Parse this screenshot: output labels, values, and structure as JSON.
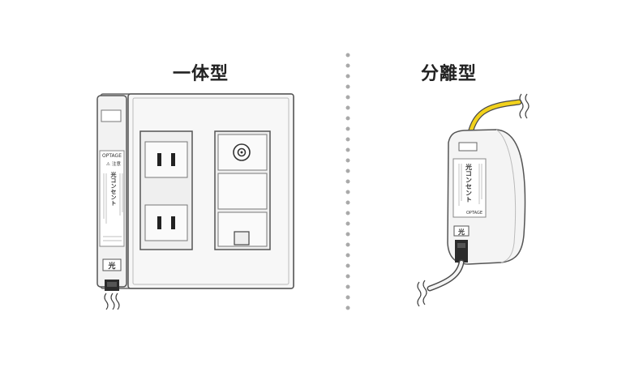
{
  "titles": {
    "integrated": "一体型",
    "separated": "分離型"
  },
  "left_device": {
    "brand": "OPTAGE",
    "caution": "注意",
    "product": "光コンセント",
    "port_label": "光"
  },
  "right_device": {
    "product": "光コンセント",
    "brand": "OPTAGE",
    "port_label": "光"
  },
  "colors": {
    "outline": "#555555",
    "fiber_cable": "#f2d21c",
    "divider": "#a9a9a9",
    "device_body": "#f4f4f4"
  }
}
